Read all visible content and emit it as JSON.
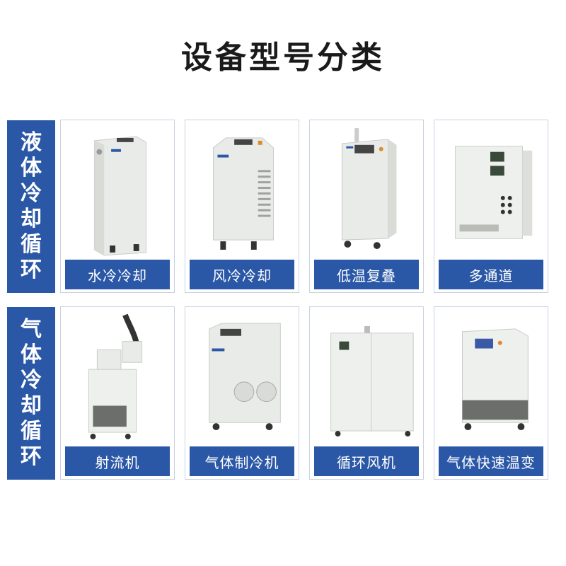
{
  "title": "设备型号分类",
  "colors": {
    "accent": "#2b58a6",
    "card_border": "#c9d2de",
    "machine_body": "#eef0ee"
  },
  "groups": [
    {
      "side_label": [
        "液",
        "体",
        "冷",
        "却",
        "循",
        "环"
      ],
      "items": [
        {
          "label": "水冷冷却",
          "icon": "tall-chiller-icon"
        },
        {
          "label": "风冷冷却",
          "icon": "air-cooled-chiller-icon"
        },
        {
          "label": "低温复叠",
          "icon": "cascade-chiller-icon"
        },
        {
          "label": "多通道",
          "icon": "multi-channel-unit-icon"
        }
      ]
    },
    {
      "side_label": [
        "气",
        "体",
        "冷",
        "却",
        "循",
        "环"
      ],
      "items": [
        {
          "label": "射流机",
          "icon": "jet-stream-machine-icon"
        },
        {
          "label": "气体制冷机",
          "icon": "gas-chiller-icon"
        },
        {
          "label": "循环风机",
          "icon": "circulation-fan-unit-icon"
        },
        {
          "label": "气体快速温变",
          "icon": "rapid-temperature-unit-icon"
        }
      ]
    }
  ]
}
